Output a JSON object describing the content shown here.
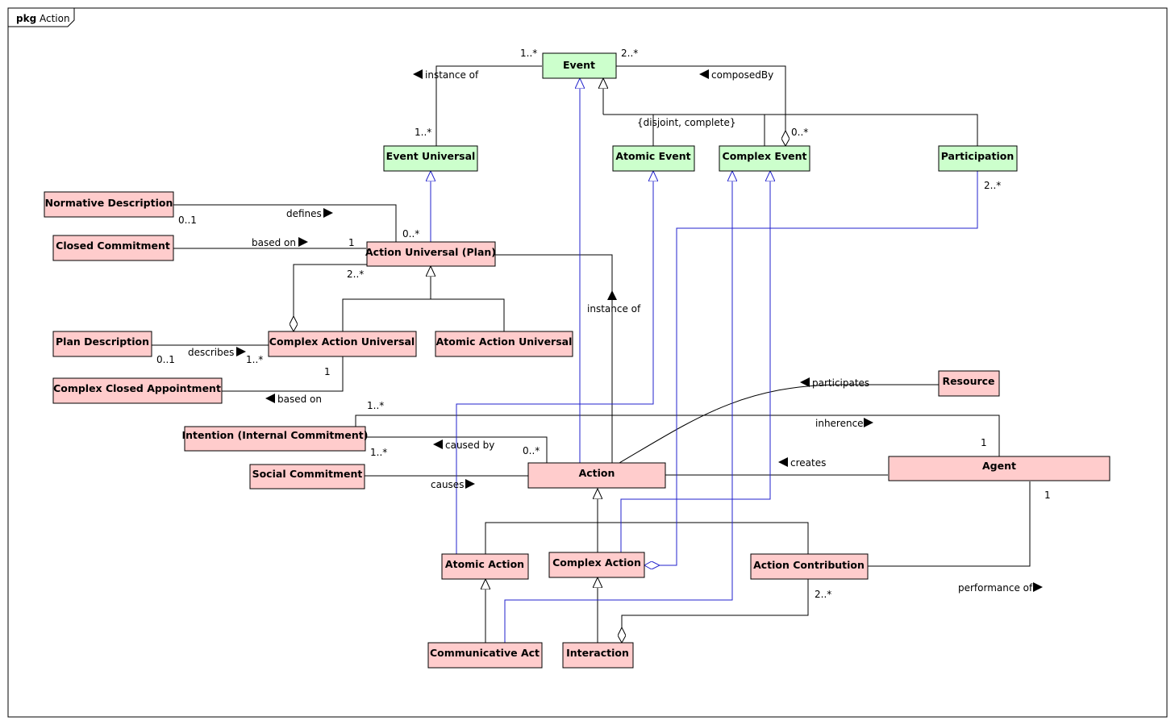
{
  "frame": {
    "keyword": "pkg",
    "name": "Action"
  },
  "colors": {
    "green_fill": "#ccffcc",
    "pink_fill": "#ffcccc",
    "realization_blue": "#2222cc",
    "line": "#000000"
  },
  "classes": {
    "event": "Event",
    "event_universal": "Event Universal",
    "atomic_event": "Atomic Event",
    "complex_event": "Complex Event",
    "participation": "Participation",
    "normative_description": "Normative Description",
    "closed_commitment": "Closed Commitment",
    "action_universal": "Action Universal (Plan)",
    "plan_description": "Plan Description",
    "complex_action_universal": "Complex Action Universal",
    "atomic_action_universal": "Atomic Action Universal",
    "complex_closed_appointment": "Complex Closed Appointment",
    "resource": "Resource",
    "intention": "Intention (Internal Commitment)",
    "social_commitment": "Social Commitment",
    "action": "Action",
    "agent": "Agent",
    "atomic_action": "Atomic Action",
    "complex_action": "Complex Action",
    "action_contribution": "Action Contribution",
    "communicative_act": "Communicative Act",
    "interaction": "Interaction"
  },
  "associations": {
    "instance_of_event": "instance of",
    "composed_by": "composedBy",
    "constraint": "{disjoint, complete}",
    "defines": "defines",
    "based_on_plan": "based on",
    "describes": "describes",
    "based_on_complex": "based on",
    "instance_of_action": "instance of",
    "participates": "participates",
    "inherence": "inherence",
    "caused_by": "caused by",
    "causes": "causes",
    "creates": "creates",
    "performance_of": "performance of"
  },
  "multiplicities": {
    "event_left": "1..*",
    "event_right": "2..*",
    "event_universal_top": "1..*",
    "complex_event_part": "0..*",
    "participation_bottom": "2..*",
    "normative_end": "0..1",
    "plan_defines_end": "0..*",
    "plan_based_on_end": "1",
    "plan_aggregate_end": "2..*",
    "plan_description_end": "0..1",
    "complex_universal_describes": "1..*",
    "complex_universal_based_on": "1",
    "intention_inherence": "1..*",
    "intention_caused_by": "1..*",
    "action_caused_by": "0..*",
    "agent_inherence": "1",
    "agent_performance": "1",
    "contribution_part": "2..*"
  }
}
